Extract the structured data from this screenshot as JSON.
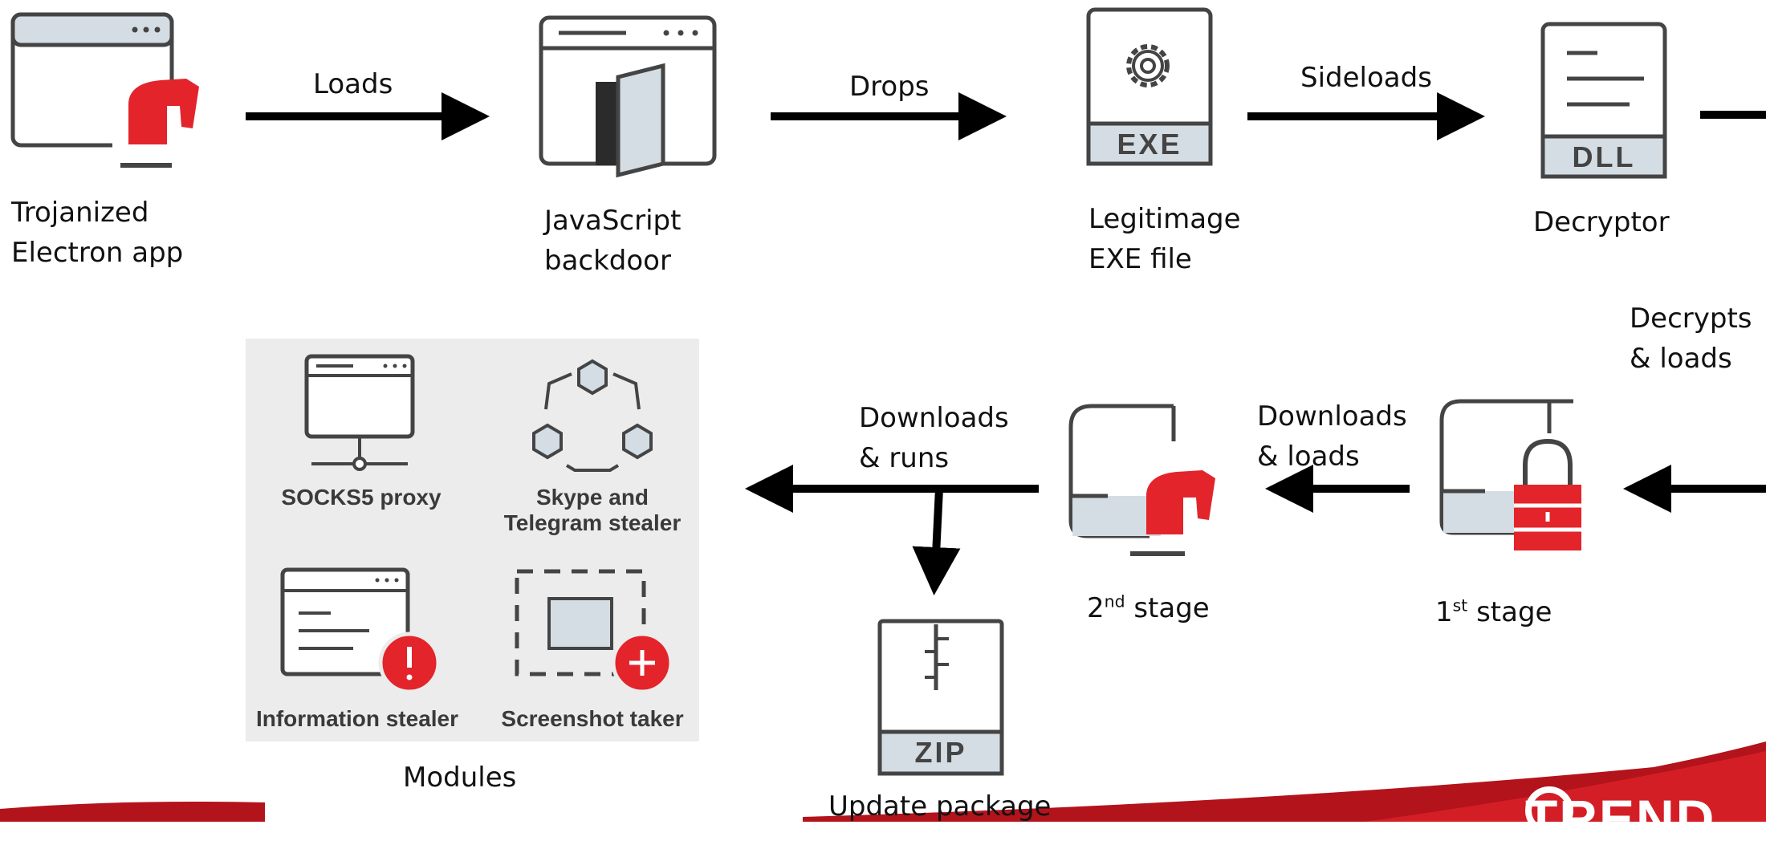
{
  "nodes": {
    "electron_app": [
      "Trojanized",
      "Electron app"
    ],
    "js_backdoor": [
      "JavaScript",
      "backdoor"
    ],
    "exe_file": [
      "Legitimage",
      "EXE file"
    ],
    "decryptor": "Decryptor",
    "first_stage": {
      "num": "1",
      "sup": "st",
      "rest": " stage"
    },
    "second_stage": {
      "num": "2",
      "sup": "nd",
      "rest": " stage"
    },
    "update_package": "Update package",
    "modules_title": "Modules"
  },
  "edges": {
    "loads": "Loads",
    "drops": "Drops",
    "sideloads": "Sideloads",
    "decrypts_loads": [
      "Decrypts",
      "& loads"
    ],
    "downloads_loads": [
      "Downloads",
      "& loads"
    ],
    "downloads_runs": [
      "Downloads",
      "& runs"
    ]
  },
  "modules": {
    "socks5": "SOCKS5 proxy",
    "skype_telegram": [
      "Skype and",
      "Telegram stealer"
    ],
    "info_stealer": "Information stealer",
    "screenshot": "Screenshot taker"
  },
  "file_badges": {
    "exe": "EXE",
    "dll": "DLL",
    "zip": "ZIP"
  },
  "brand_text": "TREND",
  "colors": {
    "accent_red": "#e3242b",
    "icon_gray": "#444444",
    "light_fill": "#d4dde3",
    "modules_bg": "#ececec"
  }
}
